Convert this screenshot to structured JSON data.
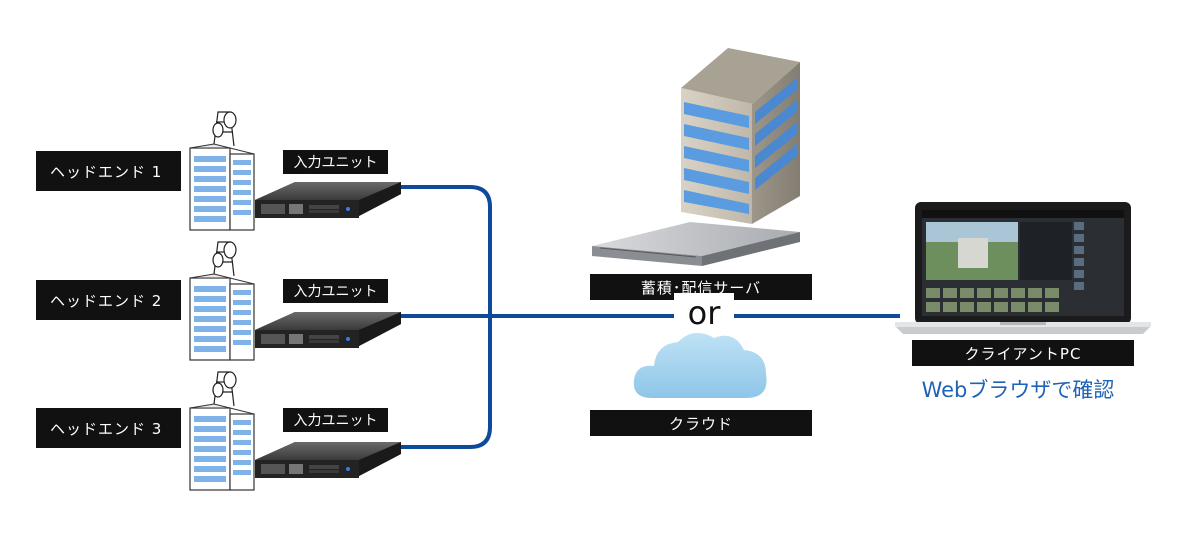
{
  "headends": [
    {
      "label": "ヘッドエンド 1",
      "unit_label": "入力ユニット"
    },
    {
      "label": "ヘッドエンド 2",
      "unit_label": "入力ユニット"
    },
    {
      "label": "ヘッドエンド 3",
      "unit_label": "入力ユニット"
    }
  ],
  "server": {
    "label": "蓄積･配信サーバ"
  },
  "or_text": "or",
  "cloud": {
    "label": "クラウド"
  },
  "client": {
    "label": "クライアントPC",
    "caption": "Webブラウザで確認"
  },
  "colors": {
    "line": "#0d4b9a",
    "accent_text": "#1e63b8",
    "cloud": "#a9d4ee",
    "building_window": "#5b9be0",
    "label_bg": "#111111"
  }
}
